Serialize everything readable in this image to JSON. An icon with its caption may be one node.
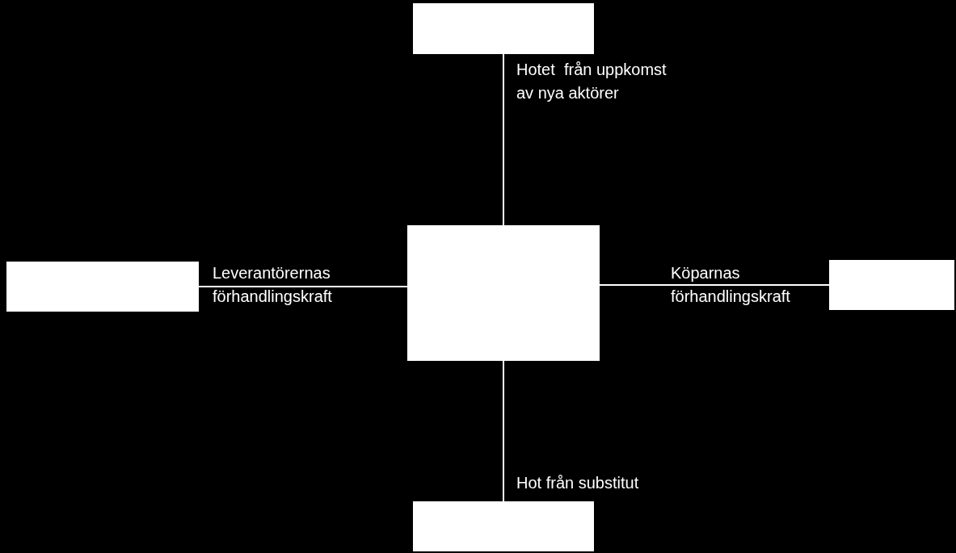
{
  "diagram": {
    "nodes": [
      {
        "text": [],
        "shape": "box"
      },
      {
        "text": [],
        "shape": "box"
      },
      {
        "text": [],
        "shape": "box"
      },
      {
        "text": [],
        "shape": "box"
      },
      {
        "text": [],
        "shape": "box"
      }
    ],
    "edges": [
      {
        "from": 0,
        "to": 2,
        "arrow": "none",
        "label": "Hotet  från uppkomst av nya aktörer"
      },
      {
        "from": 1,
        "to": 2,
        "arrow": "none",
        "label": "Leverantörernas förhandlingskraft"
      },
      {
        "from": 2,
        "to": 3,
        "arrow": "none",
        "label": "Köparnas förhandlingskraft"
      },
      {
        "from": 2,
        "to": 4,
        "arrow": "none",
        "label": "Hot från substitut"
      }
    ]
  }
}
